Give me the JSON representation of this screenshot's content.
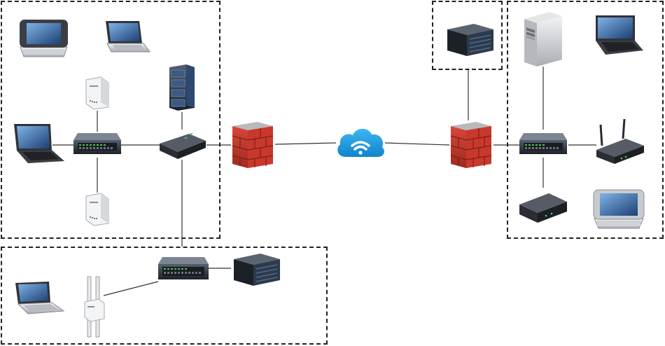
{
  "diagram": {
    "zones": [
      "left-lan",
      "bottom-lan",
      "top-server",
      "right-lan"
    ],
    "devices": [
      {
        "id": "pda-top-left",
        "icon": "pda-icon"
      },
      {
        "id": "laptop-top-left",
        "icon": "laptop-icon"
      },
      {
        "id": "access-point-upper",
        "icon": "wall-access-point-icon"
      },
      {
        "id": "rack-server",
        "icon": "rack-server-icon"
      },
      {
        "id": "laptop-left",
        "icon": "laptop-icon"
      },
      {
        "id": "switch-left",
        "icon": "network-switch-icon"
      },
      {
        "id": "router-left",
        "icon": "router-icon"
      },
      {
        "id": "access-point-lower",
        "icon": "wall-access-point-icon"
      },
      {
        "id": "firewall-left",
        "icon": "firewall-icon"
      },
      {
        "id": "cloud-internet",
        "icon": "wifi-cloud-icon"
      },
      {
        "id": "firewall-right",
        "icon": "firewall-icon"
      },
      {
        "id": "server-top-right",
        "icon": "server-unit-icon"
      },
      {
        "id": "tower-pc",
        "icon": "tower-pc-icon"
      },
      {
        "id": "laptop-top-right",
        "icon": "laptop-icon"
      },
      {
        "id": "switch-right",
        "icon": "network-switch-icon"
      },
      {
        "id": "wireless-router-right",
        "icon": "wireless-router-icon"
      },
      {
        "id": "router-right",
        "icon": "router-icon"
      },
      {
        "id": "pda-bottom-right",
        "icon": "pda-icon"
      },
      {
        "id": "laptop-bottom",
        "icon": "laptop-icon"
      },
      {
        "id": "pole-access-point",
        "icon": "pole-access-point-icon"
      },
      {
        "id": "switch-bottom",
        "icon": "network-switch-icon"
      },
      {
        "id": "server-bottom",
        "icon": "server-unit-icon"
      }
    ],
    "connections": [
      [
        "laptop-left",
        "switch-left"
      ],
      [
        "access-point-upper",
        "switch-left"
      ],
      [
        "access-point-lower",
        "switch-left"
      ],
      [
        "switch-left",
        "router-left"
      ],
      [
        "rack-server",
        "router-left"
      ],
      [
        "router-left",
        "firewall-left"
      ],
      [
        "router-left",
        "switch-bottom"
      ],
      [
        "firewall-left",
        "cloud-internet"
      ],
      [
        "cloud-internet",
        "firewall-right"
      ],
      [
        "server-top-right",
        "firewall-right"
      ],
      [
        "firewall-right",
        "switch-right"
      ],
      [
        "tower-pc",
        "switch-right"
      ],
      [
        "switch-right",
        "wireless-router-right"
      ],
      [
        "switch-right",
        "router-right"
      ],
      [
        "pole-access-point",
        "switch-bottom"
      ],
      [
        "switch-bottom",
        "server-bottom"
      ]
    ],
    "colors": {
      "zone_border": "#222222",
      "link": "#333333",
      "firewall_brick": "#c0392b",
      "cloud": "#1e9be0",
      "device_dark": "#2b2f36",
      "device_light": "#e9ecef"
    }
  }
}
